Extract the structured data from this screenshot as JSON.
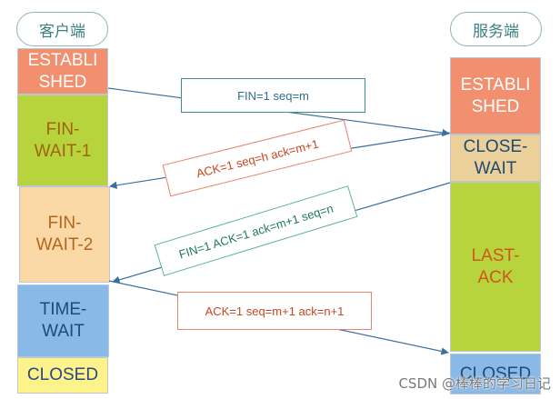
{
  "client": {
    "title": "客户端",
    "states": [
      {
        "key": "established",
        "label": "ESTABLI\nSHED",
        "color": "#f28f6e",
        "text_color": "#ffffff"
      },
      {
        "key": "fin-wait-1",
        "label": "FIN-\nWAIT-1",
        "color": "#b8d43c",
        "text_color": "#a06410"
      },
      {
        "key": "fin-wait-2",
        "label": "FIN-\nWAIT-2",
        "color": "#fad9a7",
        "text_color": "#b5651c"
      },
      {
        "key": "time-wait",
        "label": "TIME-\nWAIT",
        "color": "#89b9e6",
        "text_color": "#1f4a75"
      },
      {
        "key": "closed",
        "label": "CLOSED",
        "color": "#fef28a",
        "text_color": "#2a4a80"
      }
    ]
  },
  "server": {
    "title": "服务端",
    "states": [
      {
        "key": "established",
        "label": "ESTABLI\nSHED",
        "color": "#f28f6e",
        "text_color": "#ffffff"
      },
      {
        "key": "close-wait",
        "label": "CLOSE-\nWAIT",
        "color": "#ecd09a",
        "text_color": "#1f4a75"
      },
      {
        "key": "last-ack",
        "label": "LAST-\nACK",
        "color": "#b8d43c",
        "text_color": "#d2541f"
      },
      {
        "key": "closed",
        "label": "CLOSED",
        "color": "#89b9e6",
        "text_color": "#1f4a75"
      }
    ]
  },
  "messages": [
    {
      "key": "fin-1",
      "text": "FIN=1 seq=m",
      "direction": "client-to-server"
    },
    {
      "key": "ack-1",
      "text": "ACK=1 seq=h ack=m+1",
      "direction": "server-to-client"
    },
    {
      "key": "fin-2",
      "text": "FIN=1 ACK=1 ack=m+1 seq=n",
      "direction": "server-to-client"
    },
    {
      "key": "ack-2",
      "text": "ACK=1 seq=m+1 ack=n+1",
      "direction": "client-to-server"
    }
  ],
  "colors": {
    "arrow": "#3a6f9e"
  },
  "watermark": "CSDN @棒棒的学习日记"
}
